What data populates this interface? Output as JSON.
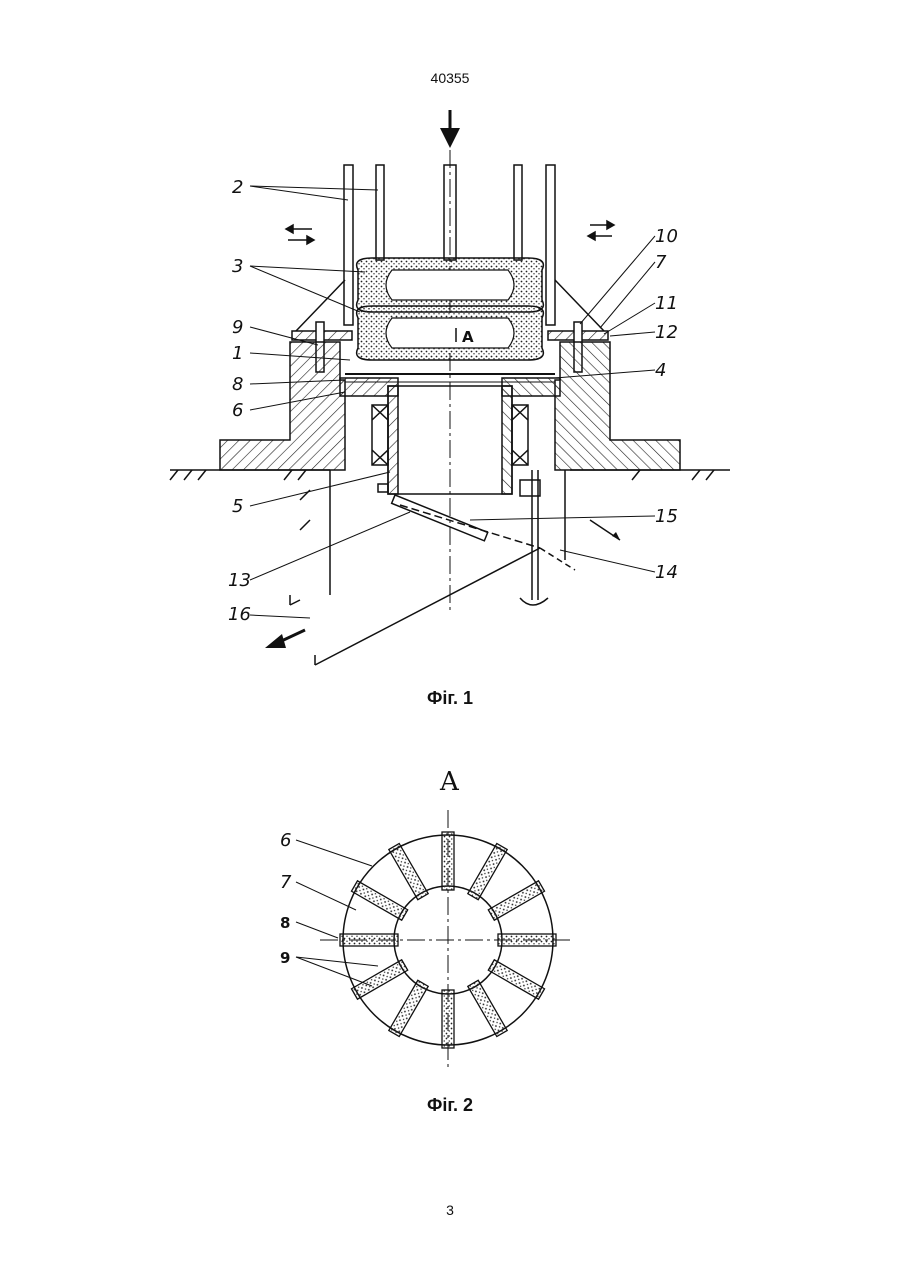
{
  "header": {
    "doc_number": "40355"
  },
  "figure1": {
    "caption": "Фіг. 1",
    "labels": [
      "2",
      "3",
      "9",
      "1",
      "8",
      "6",
      "5",
      "13",
      "16",
      "10",
      "7",
      "11",
      "12",
      "4",
      "15",
      "14"
    ],
    "view_marker": "A"
  },
  "figure2": {
    "caption": "Фіг. 2",
    "view_title": "A",
    "labels": [
      "6",
      "7",
      "8",
      "9"
    ]
  },
  "footer": {
    "page_number": "3"
  }
}
